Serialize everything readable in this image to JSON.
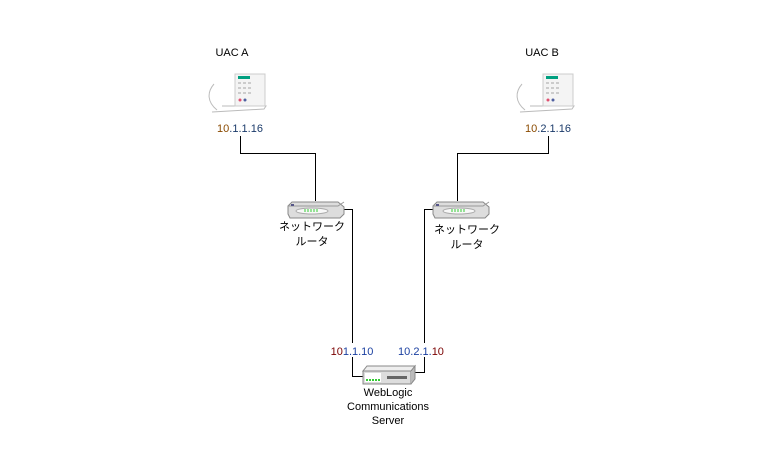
{
  "uac_a": {
    "label": "UAC A",
    "ip_prefix": "10",
    "ip_rest": ".1.1.16"
  },
  "uac_b": {
    "label": "UAC B",
    "ip_prefix": "10",
    "ip_rest": ".2.1.16"
  },
  "router_a": {
    "line1": "ネットワーク",
    "line2": "ルータ"
  },
  "router_b": {
    "line1": "ネットワーク",
    "line2": "ルータ"
  },
  "server": {
    "line1": "WebLogic",
    "line2": "Communications",
    "line3": "Server",
    "ip_left_a": "10",
    "ip_left_b": "1.1.10",
    "ip_right_a": "10.2.1.",
    "ip_right_b": "10"
  },
  "colors": {
    "screen": "#00a080",
    "line": "#000000"
  }
}
